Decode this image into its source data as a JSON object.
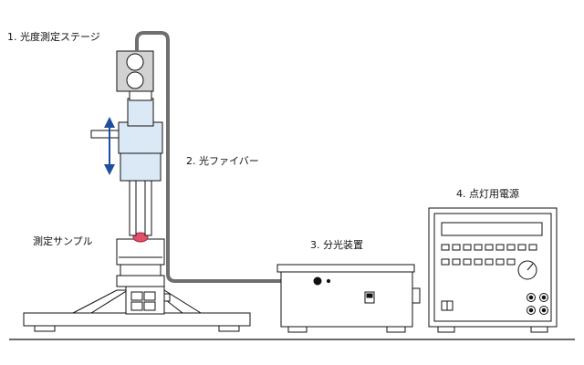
{
  "labels": {
    "stage": "1. 光度測定ステージ",
    "fiber": "2. 光ファイバー",
    "spectrometer": "3. 分光装置",
    "power_supply": "4. 点灯用電源",
    "sample": "測定サンプル"
  },
  "colors": {
    "line": "#111111",
    "light_blue": "#dbe9f6",
    "arrow_blue": "#1f4e9e",
    "fiber": "#6f6f6f",
    "panel_gray": "#d2d2d2",
    "sample_red": "#e0506a"
  }
}
